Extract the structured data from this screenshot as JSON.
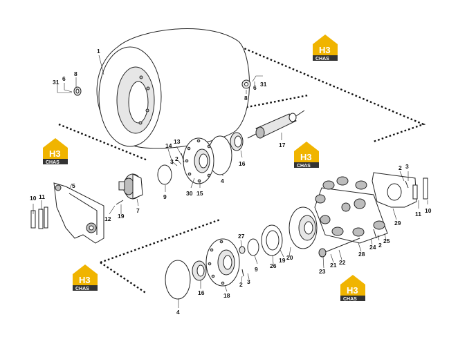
{
  "logos": [
    {
      "id": "logo-1",
      "mark": "H3",
      "word": "CHAS"
    },
    {
      "id": "logo-2",
      "mark": "H3",
      "word": "CHAS"
    },
    {
      "id": "logo-3",
      "mark": "H3",
      "word": "CHAS"
    },
    {
      "id": "logo-4",
      "mark": "H3",
      "word": "CHAS"
    },
    {
      "id": "logo-5",
      "mark": "H3",
      "word": "CHAS"
    }
  ],
  "colors": {
    "logo_gold": "#f0b400",
    "logo_dark": "#333333",
    "line": "#222222"
  },
  "labels": [
    "1",
    "6",
    "8",
    "31",
    "31",
    "6",
    "8",
    "17",
    "14",
    "13",
    "3",
    "2",
    "16",
    "30",
    "15",
    "4",
    "9",
    "5",
    "10",
    "11",
    "7",
    "12",
    "19",
    "2",
    "3",
    "11",
    "10",
    "29",
    "27",
    "9",
    "19",
    "20",
    "26",
    "28",
    "2",
    "25",
    "24",
    "23",
    "21",
    "22",
    "16",
    "18",
    "2",
    "3",
    "4"
  ]
}
